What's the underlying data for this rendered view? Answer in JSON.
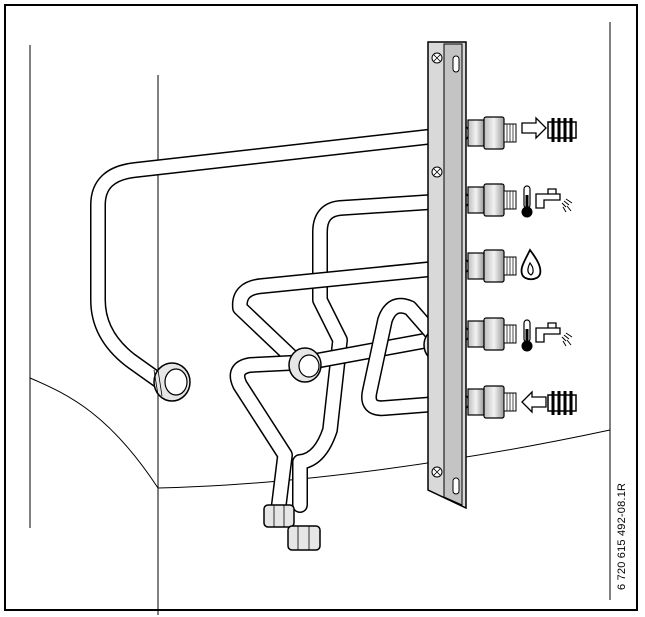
{
  "figure": {
    "reference_code": "6 720 615 492-08.1R"
  },
  "connections": [
    {
      "position": 1,
      "icon": "heating-flow-icon"
    },
    {
      "position": 2,
      "icon": "hot-water-outlet-icon"
    },
    {
      "position": 3,
      "icon": "gas-flame-icon"
    },
    {
      "position": 4,
      "icon": "hot-water-outlet-icon"
    },
    {
      "position": 5,
      "icon": "heating-return-icon"
    }
  ],
  "colors": {
    "line": "#000000",
    "pipe_fill": "#ffffff",
    "rail_fill": "#d9d9d9",
    "fitting_fill": "#e6e6e6"
  }
}
